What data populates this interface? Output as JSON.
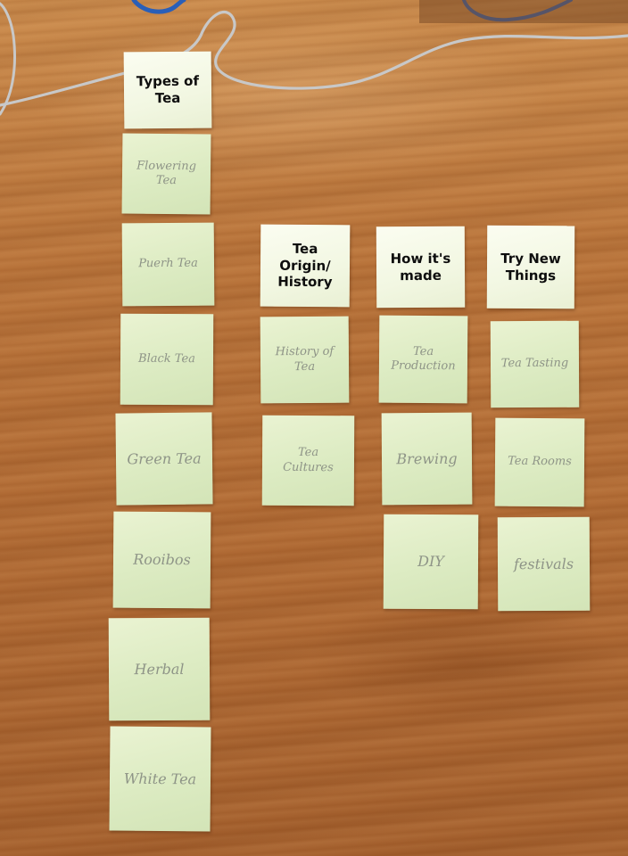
{
  "columns": [
    {
      "header": "Types of\nTea",
      "items": [
        "Flowering\nTea",
        "Puerh Tea",
        "Black Tea",
        "Green Tea",
        "Rooibos",
        "Herbal",
        "White Tea"
      ]
    },
    {
      "header": "Tea\nOrigin/\nHistory",
      "items": [
        "History of\nTea",
        "Tea\nCultures"
      ]
    },
    {
      "header": "How it's\nmade",
      "items": [
        "Tea Production",
        "Brewing",
        "DIY"
      ]
    },
    {
      "header": "Try New\nThings",
      "items": [
        "Tea Tasting",
        "Tea Rooms",
        "festivals"
      ]
    }
  ],
  "colors": {
    "table": "#b06a34",
    "sticky_note": "#dcebc2",
    "header_ink": "#0e0e0e",
    "item_ink": "#8e9487",
    "cable": "#bdbdbd",
    "blue_cable": "#2a5fb8"
  }
}
